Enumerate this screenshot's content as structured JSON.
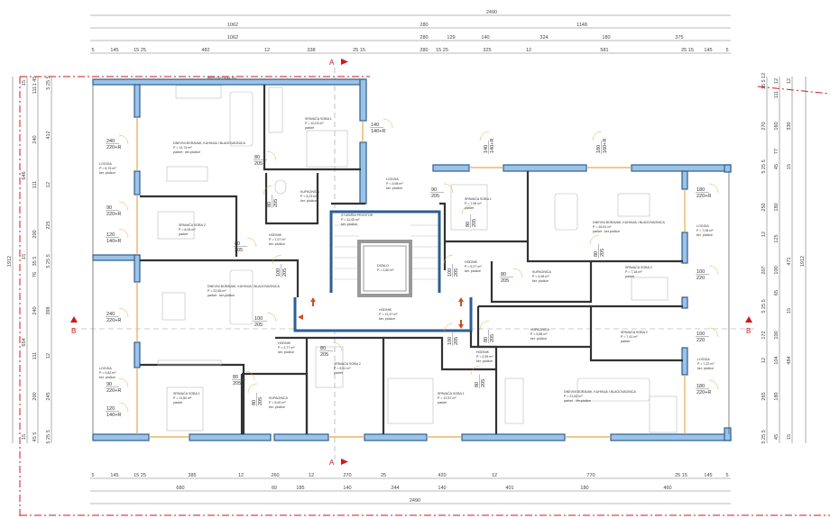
{
  "plan": {
    "top_wall_note": "PRISTUPČANA ZID",
    "section_a": "A",
    "section_b": "B"
  },
  "dims": {
    "top": [
      [
        "2490"
      ],
      [
        "1062",
        "280",
        "1148"
      ],
      [
        "1062",
        "280",
        "129",
        "140",
        "324",
        "180",
        "375"
      ],
      [
        "5",
        "145",
        "15 25",
        "482",
        "12",
        "338",
        "25 15",
        "280",
        "15 25",
        "325",
        "12",
        "581",
        "25 15",
        "145",
        "5"
      ]
    ],
    "bottom": [
      [
        "5",
        "145",
        "15 25",
        "385",
        "12",
        "260",
        "12",
        "270",
        "25",
        "420",
        "12",
        "770",
        "25 15",
        "145",
        "5"
      ],
      [
        "680",
        "60",
        "185",
        "140",
        "244",
        "140",
        "401",
        "180",
        "460"
      ],
      [
        "2490"
      ]
    ],
    "left": [
      [
        "1912"
      ],
      [
        "15",
        "646",
        "15",
        "654",
        "15"
      ],
      [
        "1 45",
        "111",
        "240",
        "111",
        "200",
        "35 5",
        "76",
        "240",
        "111",
        "200",
        "45 5"
      ],
      [
        "5 25 5",
        "412",
        "12",
        "225",
        "5 25 5",
        "398",
        "12",
        "245",
        "5 25 5"
      ]
    ],
    "right": [
      [
        "15 5 12",
        "270",
        "5 25 5",
        "250",
        "12",
        "207",
        "5 25 5",
        "172",
        "12",
        "265",
        "5 25 5"
      ],
      [
        "12",
        "111",
        "160",
        "77",
        "45",
        "180",
        "125",
        "100",
        "65",
        "100",
        "104",
        "180",
        "45"
      ],
      [
        "12",
        "330",
        "15",
        "471",
        "15",
        "484",
        "15"
      ],
      [
        "1912"
      ]
    ]
  },
  "rooms": [
    {
      "name": "DNEVNI BORAVAK, KUHINJA I BLAGOVAONICA",
      "area": "P = 14,74 m²",
      "floor": "parket : ker.pločice"
    },
    {
      "name": "SPAVAĆA SOBA 1",
      "area": "P = 10,03 m²",
      "floor": "parket"
    },
    {
      "name": "LOGGIA",
      "area": "P = 6,76 m²",
      "floor": "ker. pločice"
    },
    {
      "name": "KUPAONICA",
      "area": "P = 5,23 m²",
      "floor": "ker. pločice"
    },
    {
      "name": "SPAVAĆA SOBA 2",
      "area": "P = 8,26 m²",
      "floor": "parket"
    },
    {
      "name": "HODNIK",
      "area": "P = 7,07 m²",
      "floor": "ker. pločice"
    },
    {
      "name": "STUBIŠNI PROSTOR",
      "area": "P = 11,05 m²",
      "floor": "ker. pločice"
    },
    {
      "name": "DIZALO",
      "area": "P = 2,80 m²",
      "floor": ""
    },
    {
      "name": "LOGGIA",
      "area": "P = 3,98 m²",
      "floor": "ker. pločice"
    },
    {
      "name": "SPAVAĆA SOBA 1",
      "area": "P = 7,06 m²",
      "floor": "parket"
    },
    {
      "name": "DNEVNI BORAVAK, KUHINJA I BLAGOVAONICA",
      "area": "P = 16,51 m²",
      "floor": "parket : ker.pločice"
    },
    {
      "name": "LOGGIA",
      "area": "P = 7,06 m²",
      "floor": "ker. pločice"
    },
    {
      "name": "HODNIK",
      "area": "P = 5,27 m²",
      "floor": "ker. pločice"
    },
    {
      "name": "KUPAONICA",
      "area": "P = 4,98 m²",
      "floor": "ker. pločice"
    },
    {
      "name": "SPAVAĆA SOBA 2",
      "area": "P = 7,18 m²",
      "floor": "parket"
    },
    {
      "name": "DNEVNI BORAVAK, KUHINJA I BLAGOVAONICA",
      "area": "P = 22,65 m²",
      "floor": "parket : ker.pločice"
    },
    {
      "name": "HODNIK",
      "area": "P = 12,47 m²",
      "floor": "ker. pločice"
    },
    {
      "name": "HODNIK",
      "area": "P = 2,77 m²",
      "floor": "ker. pločice"
    },
    {
      "name": "SPAVAĆA SOBA 2",
      "area": "P = 9,51 m²",
      "floor": "parket"
    },
    {
      "name": "KUPAONICA",
      "area": "P = 5,88 m²",
      "floor": "ker. pločice"
    },
    {
      "name": "HODNIK",
      "area": "P = 2,55 m²",
      "floor": "ker. pločice"
    },
    {
      "name": "SPAVAĆA SOBA 1",
      "area": "P = 12,57 m²",
      "floor": "parket"
    },
    {
      "name": "SPAVAĆA SOBA 2",
      "area": "P = 7,41 m²",
      "floor": "parket"
    },
    {
      "name": "DNEVNI BORAVAK, KUHINJA I BLAGOVAONICA",
      "area": "P = 21,62 m²",
      "floor": "parket : ker.pločice"
    },
    {
      "name": "LOGGIA",
      "area": "P = 7,22 m²",
      "floor": "ker. pločice"
    },
    {
      "name": "LOGGIA",
      "area": "P = 9,82 m²",
      "floor": "ker. pločice"
    },
    {
      "name": "SPAVAĆA SOBA 1",
      "area": "P = 11,60 m²",
      "floor": "parket"
    },
    {
      "name": "KUPAONICA",
      "area": "P = 5,00 m²",
      "floor": "ker. pločice"
    }
  ],
  "openings": [
    [
      "240",
      "220+R"
    ],
    [
      "90",
      "220+R"
    ],
    [
      "120",
      "140+R"
    ],
    [
      "80",
      "205"
    ],
    [
      "80",
      "205"
    ],
    [
      "80",
      "205"
    ],
    [
      "140",
      "140+R"
    ],
    [
      "90",
      "205"
    ],
    [
      "100",
      "205"
    ],
    [
      "100",
      "205"
    ],
    [
      "140",
      "140+R"
    ],
    [
      "180",
      "160+R"
    ],
    [
      "180",
      "220+R"
    ],
    [
      "100",
      "220"
    ],
    [
      "80",
      "205"
    ],
    [
      "80",
      "205"
    ],
    [
      "80",
      "205"
    ],
    [
      "240",
      "220+R"
    ],
    [
      "100",
      "205"
    ],
    [
      "80",
      "205"
    ],
    [
      "90",
      "220+R"
    ],
    [
      "120",
      "140+R"
    ],
    [
      "80",
      "205"
    ],
    [
      "80",
      "205"
    ],
    [
      "100",
      "205"
    ],
    [
      "100",
      "220"
    ],
    [
      "180",
      "220+R"
    ],
    [
      "80",
      "205"
    ],
    [
      "80",
      "205"
    ]
  ],
  "colors": {
    "outer_wall": "#9cc3e6",
    "section": "#d01818",
    "window": "#e8a64a"
  }
}
